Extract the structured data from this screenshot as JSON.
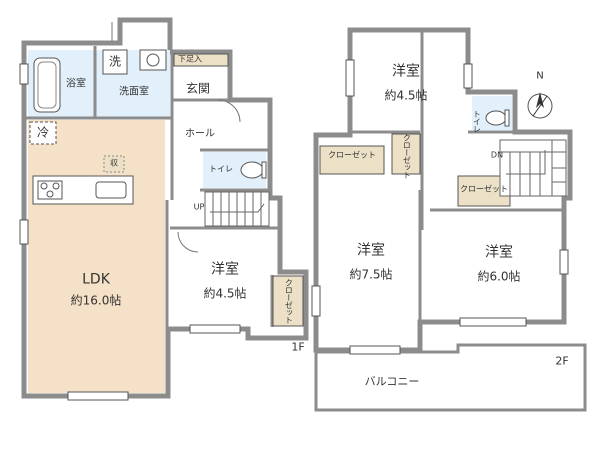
{
  "floor1": {
    "label": "1F",
    "ldk": {
      "name": "LDK",
      "size": "約16.0帖"
    },
    "bath": {
      "name": "浴室"
    },
    "washroom": {
      "name": "洗面室"
    },
    "wash_machine": {
      "name": "洗"
    },
    "fridge": {
      "name": "冷"
    },
    "storage": {
      "name": "収"
    },
    "shoebox": {
      "name": "下足入"
    },
    "entrance": {
      "name": "玄関"
    },
    "hall": {
      "name": "ホール"
    },
    "toilet": {
      "name": "トイレ"
    },
    "stairs_up": {
      "name": "UP"
    },
    "western_room": {
      "name": "洋室",
      "size": "約4.5帖"
    },
    "closet": {
      "name": "クローゼット"
    }
  },
  "floor2": {
    "label": "2F",
    "room_north": {
      "name": "洋室",
      "size": "約4.5帖"
    },
    "room_west": {
      "name": "洋室",
      "size": "約7.5帖"
    },
    "room_east": {
      "name": "洋室",
      "size": "約6.0帖"
    },
    "closet_west": {
      "name": "クローゼット"
    },
    "closet_small": {
      "name": "クローゼット"
    },
    "closet_east": {
      "name": "クローゼット"
    },
    "toilet": {
      "name": "トイレ"
    },
    "stairs_down": {
      "name": "DN"
    },
    "balcony": {
      "name": "バルコニー"
    }
  },
  "compass": {
    "north": "N"
  },
  "colors": {
    "wall": "#8c8c8c",
    "ldk_floor": "#f5e1c7",
    "wet_area": "#e1f0fa",
    "closet_fill": "#ece1c6",
    "outline": "#555555"
  }
}
